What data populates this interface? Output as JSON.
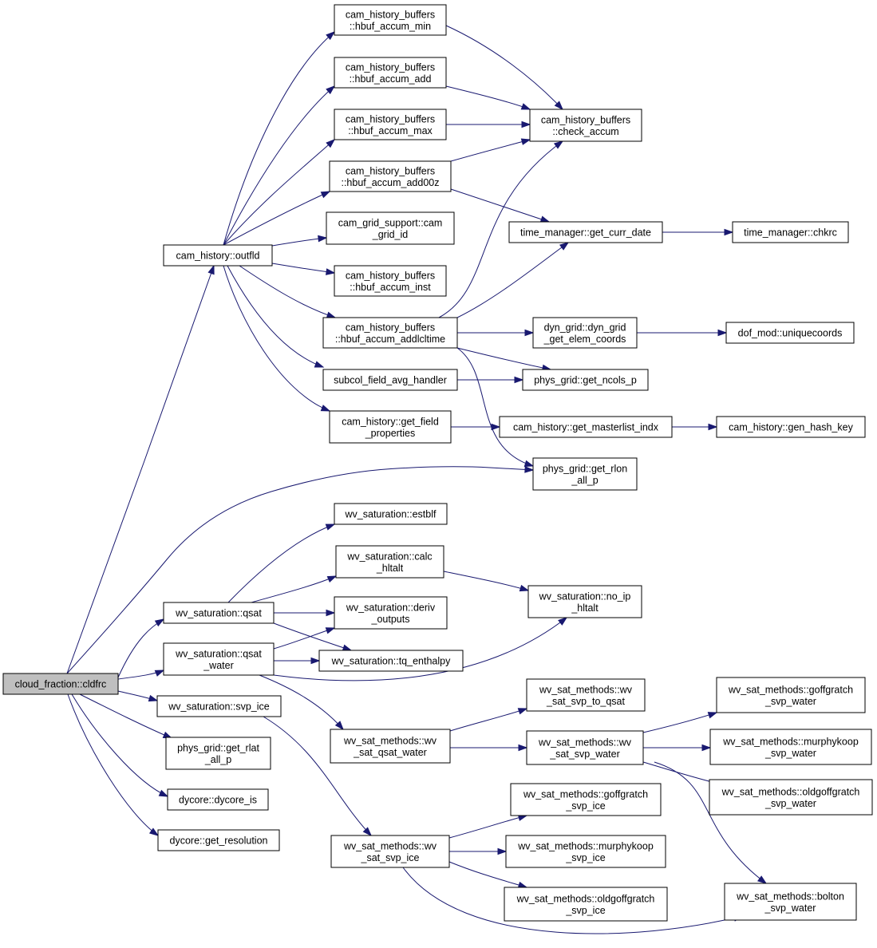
{
  "graph": {
    "root_id": "cldfrc",
    "node_fill_root": "#bfbfbf",
    "node_fill": "#ffffff",
    "edge_color": "#191970",
    "nodes": [
      {
        "id": "cldfrc",
        "lines": [
          "cloud_fraction::cldfrc"
        ]
      },
      {
        "id": "outfld",
        "lines": [
          "cam_history::outfld"
        ]
      },
      {
        "id": "accum_min",
        "lines": [
          "cam_history_buffers",
          "::hbuf_accum_min"
        ]
      },
      {
        "id": "accum_add",
        "lines": [
          "cam_history_buffers",
          "::hbuf_accum_add"
        ]
      },
      {
        "id": "accum_max",
        "lines": [
          "cam_history_buffers",
          "::hbuf_accum_max"
        ]
      },
      {
        "id": "accum_add00z",
        "lines": [
          "cam_history_buffers",
          "::hbuf_accum_add00z"
        ]
      },
      {
        "id": "cam_grid_id",
        "lines": [
          "cam_grid_support::cam",
          "_grid_id"
        ]
      },
      {
        "id": "accum_inst",
        "lines": [
          "cam_history_buffers",
          "::hbuf_accum_inst"
        ]
      },
      {
        "id": "accum_addlcltime",
        "lines": [
          "cam_history_buffers",
          "::hbuf_accum_addlcltime"
        ]
      },
      {
        "id": "subcol",
        "lines": [
          "subcol_field_avg_handler"
        ]
      },
      {
        "id": "get_field_props",
        "lines": [
          "cam_history::get_field",
          "_properties"
        ]
      },
      {
        "id": "check_accum",
        "lines": [
          "cam_history_buffers",
          "::check_accum"
        ]
      },
      {
        "id": "get_curr_date",
        "lines": [
          "time_manager::get_curr_date"
        ]
      },
      {
        "id": "chkrc",
        "lines": [
          "time_manager::chkrc"
        ]
      },
      {
        "id": "dyn_grid",
        "lines": [
          "dyn_grid::dyn_grid",
          "_get_elem_coords"
        ]
      },
      {
        "id": "uniquecoords",
        "lines": [
          "dof_mod::uniquecoords"
        ]
      },
      {
        "id": "get_ncols_p",
        "lines": [
          "phys_grid::get_ncols_p"
        ]
      },
      {
        "id": "masterlist",
        "lines": [
          "cam_history::get_masterlist_indx"
        ]
      },
      {
        "id": "hash_key",
        "lines": [
          "cam_history::gen_hash_key"
        ]
      },
      {
        "id": "get_rlon",
        "lines": [
          "phys_grid::get_rlon",
          "_all_p"
        ]
      },
      {
        "id": "estblf",
        "lines": [
          "wv_saturation::estblf"
        ]
      },
      {
        "id": "calc_hltalt",
        "lines": [
          "wv_saturation::calc",
          "_hltalt"
        ]
      },
      {
        "id": "no_ip_hltalt",
        "lines": [
          "wv_saturation::no_ip",
          "_hltalt"
        ]
      },
      {
        "id": "qsat",
        "lines": [
          "wv_saturation::qsat"
        ]
      },
      {
        "id": "deriv_outputs",
        "lines": [
          "wv_saturation::deriv",
          "_outputs"
        ]
      },
      {
        "id": "qsat_water",
        "lines": [
          "wv_saturation::qsat",
          "_water"
        ]
      },
      {
        "id": "tq_enthalpy",
        "lines": [
          "wv_saturation::tq_enthalpy"
        ]
      },
      {
        "id": "svp_ice",
        "lines": [
          "wv_saturation::svp_ice"
        ]
      },
      {
        "id": "get_rlat",
        "lines": [
          "phys_grid::get_rlat",
          "_all_p"
        ]
      },
      {
        "id": "dycore_is",
        "lines": [
          "dycore::dycore_is"
        ]
      },
      {
        "id": "get_resolution",
        "lines": [
          "dycore::get_resolution"
        ]
      },
      {
        "id": "svp_to_qsat",
        "lines": [
          "wv_sat_methods::wv",
          "_sat_svp_to_qsat"
        ]
      },
      {
        "id": "sat_qsat_water",
        "lines": [
          "wv_sat_methods::wv",
          "_sat_qsat_water"
        ]
      },
      {
        "id": "sat_svp_water",
        "lines": [
          "wv_sat_methods::wv",
          "_sat_svp_water"
        ]
      },
      {
        "id": "goff_water",
        "lines": [
          "wv_sat_methods::goffgratch",
          "_svp_water"
        ]
      },
      {
        "id": "murphy_water",
        "lines": [
          "wv_sat_methods::murphykoop",
          "_svp_water"
        ]
      },
      {
        "id": "oldgoff_water",
        "lines": [
          "wv_sat_methods::oldgoffgratch",
          "_svp_water"
        ]
      },
      {
        "id": "goff_ice",
        "lines": [
          "wv_sat_methods::goffgratch",
          "_svp_ice"
        ]
      },
      {
        "id": "sat_svp_ice",
        "lines": [
          "wv_sat_methods::wv",
          "_sat_svp_ice"
        ]
      },
      {
        "id": "murphy_ice",
        "lines": [
          "wv_sat_methods::murphykoop",
          "_svp_ice"
        ]
      },
      {
        "id": "oldgoff_ice",
        "lines": [
          "wv_sat_methods::oldgoffgratch",
          "_svp_ice"
        ]
      },
      {
        "id": "bolton",
        "lines": [
          "wv_sat_methods::bolton",
          "_svp_water"
        ]
      }
    ],
    "edges": [
      [
        "cldfrc",
        "outfld"
      ],
      [
        "cldfrc",
        "get_rlon"
      ],
      [
        "cldfrc",
        "qsat"
      ],
      [
        "cldfrc",
        "qsat_water"
      ],
      [
        "cldfrc",
        "svp_ice"
      ],
      [
        "cldfrc",
        "get_rlat"
      ],
      [
        "cldfrc",
        "dycore_is"
      ],
      [
        "cldfrc",
        "get_resolution"
      ],
      [
        "outfld",
        "accum_min"
      ],
      [
        "outfld",
        "accum_add"
      ],
      [
        "outfld",
        "accum_max"
      ],
      [
        "outfld",
        "accum_add00z"
      ],
      [
        "outfld",
        "cam_grid_id"
      ],
      [
        "outfld",
        "accum_inst"
      ],
      [
        "outfld",
        "accum_addlcltime"
      ],
      [
        "outfld",
        "subcol"
      ],
      [
        "outfld",
        "get_field_props"
      ],
      [
        "accum_min",
        "check_accum"
      ],
      [
        "accum_add",
        "check_accum"
      ],
      [
        "accum_max",
        "check_accum"
      ],
      [
        "accum_add00z",
        "check_accum"
      ],
      [
        "accum_add00z",
        "get_curr_date"
      ],
      [
        "accum_addlcltime",
        "check_accum"
      ],
      [
        "accum_addlcltime",
        "get_curr_date"
      ],
      [
        "accum_addlcltime",
        "dyn_grid"
      ],
      [
        "accum_addlcltime",
        "get_ncols_p"
      ],
      [
        "accum_addlcltime",
        "get_rlon"
      ],
      [
        "get_curr_date",
        "chkrc"
      ],
      [
        "dyn_grid",
        "uniquecoords"
      ],
      [
        "subcol",
        "get_ncols_p"
      ],
      [
        "get_field_props",
        "masterlist"
      ],
      [
        "masterlist",
        "hash_key"
      ],
      [
        "qsat",
        "estblf"
      ],
      [
        "qsat",
        "calc_hltalt"
      ],
      [
        "qsat",
        "deriv_outputs"
      ],
      [
        "qsat",
        "tq_enthalpy"
      ],
      [
        "calc_hltalt",
        "no_ip_hltalt"
      ],
      [
        "qsat_water",
        "deriv_outputs"
      ],
      [
        "qsat_water",
        "tq_enthalpy"
      ],
      [
        "qsat_water",
        "no_ip_hltalt"
      ],
      [
        "qsat_water",
        "sat_qsat_water"
      ],
      [
        "svp_ice",
        "sat_svp_ice"
      ],
      [
        "sat_qsat_water",
        "svp_to_qsat"
      ],
      [
        "sat_qsat_water",
        "sat_svp_water"
      ],
      [
        "sat_svp_water",
        "goff_water"
      ],
      [
        "sat_svp_water",
        "murphy_water"
      ],
      [
        "sat_svp_water",
        "oldgoff_water"
      ],
      [
        "sat_svp_water",
        "bolton"
      ],
      [
        "sat_svp_ice",
        "goff_ice"
      ],
      [
        "sat_svp_ice",
        "murphy_ice"
      ],
      [
        "sat_svp_ice",
        "oldgoff_ice"
      ],
      [
        "sat_svp_ice",
        "bolton"
      ]
    ]
  }
}
